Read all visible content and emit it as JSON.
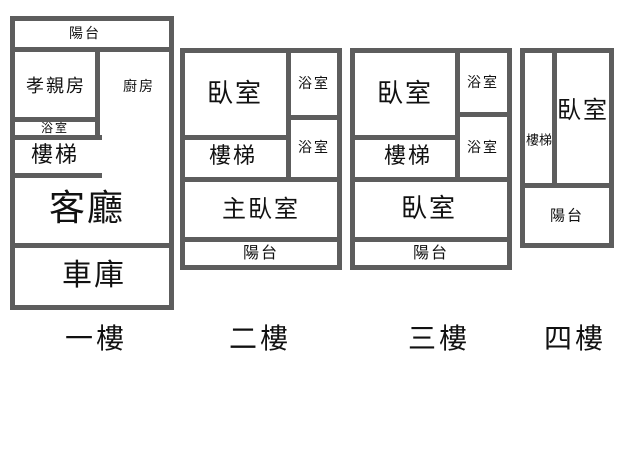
{
  "colors": {
    "wall": "#5d5d5d",
    "text": "#111111",
    "background": "#ffffff"
  },
  "floors": [
    {
      "label": "一樓",
      "rooms": {
        "balcony": "陽台",
        "parents_room": "孝親房",
        "kitchen": "廚房",
        "bathroom": "浴室",
        "stairs": "樓梯",
        "living_room": "客廳",
        "garage": "車庫"
      }
    },
    {
      "label": "二樓",
      "rooms": {
        "bedroom": "臥室",
        "bathroom_upper": "浴室",
        "stairs": "樓梯",
        "bathroom_lower": "浴室",
        "master_bedroom": "主臥室",
        "balcony": "陽台"
      }
    },
    {
      "label": "三樓",
      "rooms": {
        "bedroom_upper": "臥室",
        "bathroom_upper": "浴室",
        "stairs": "樓梯",
        "bathroom_lower": "浴室",
        "bedroom_lower": "臥室",
        "balcony": "陽台"
      }
    },
    {
      "label": "四樓",
      "rooms": {
        "stairs": "樓梯",
        "bedroom": "臥室",
        "balcony": "陽台"
      }
    }
  ]
}
